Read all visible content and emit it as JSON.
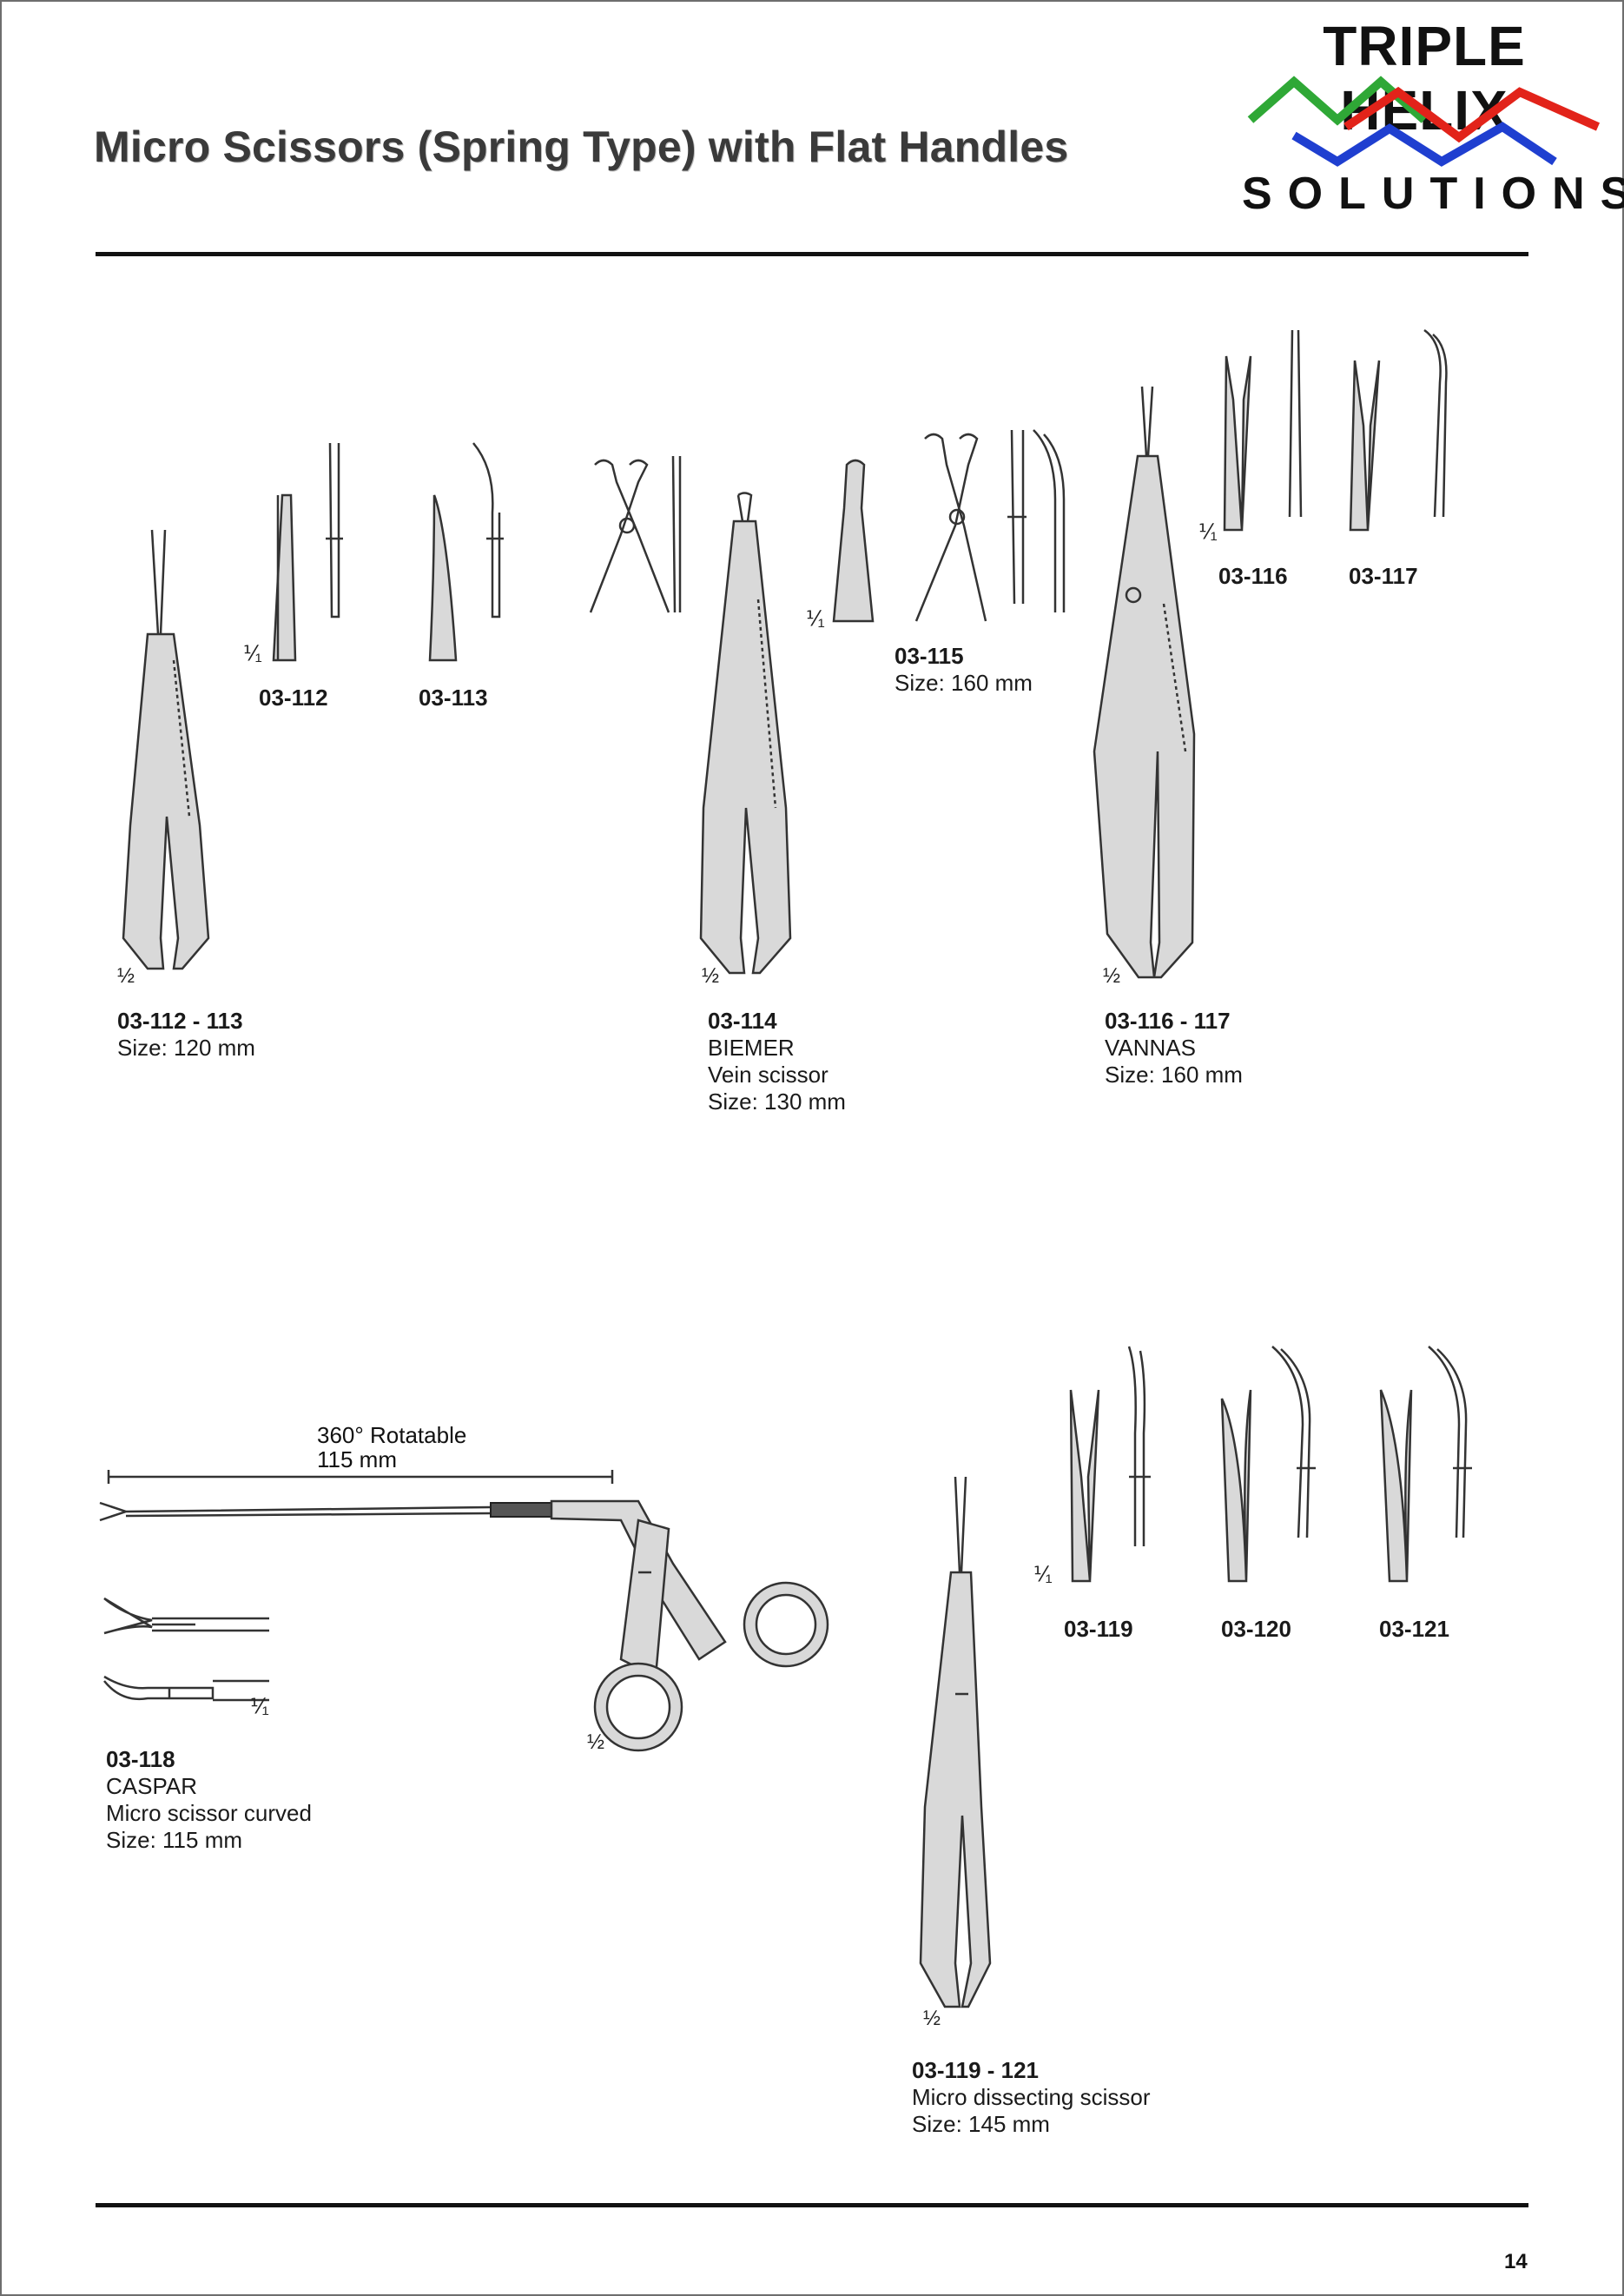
{
  "page": {
    "title": "Micro Scissors (Spring Type) with Flat Handles",
    "page_number": "14"
  },
  "logo": {
    "line1": "TRIPLE HELIX",
    "line2": "SOLUTIONS",
    "colors": {
      "green": "#2fa836",
      "red": "#e2231a",
      "blue": "#1f3fd0"
    }
  },
  "scales": {
    "half": "½",
    "full": "⅟₁"
  },
  "products": {
    "p112_113": {
      "code": "03-112 - 113",
      "size": "Size: 120 mm"
    },
    "p112": {
      "code": "03-112"
    },
    "p113": {
      "code": "03-113"
    },
    "p114": {
      "code": "03-114",
      "name": "BIEMER",
      "desc": "Vein scissor",
      "size": "Size: 130 mm"
    },
    "p115": {
      "code": "03-115",
      "size": "Size: 160 mm"
    },
    "p116_117": {
      "code": "03-116 - 117",
      "name": "VANNAS",
      "size": "Size: 160 mm"
    },
    "p116": {
      "code": "03-116"
    },
    "p117": {
      "code": "03-117"
    },
    "p118": {
      "code": "03-118",
      "name": "CASPAR",
      "desc": "Micro scissor curved",
      "size": "Size: 115 mm",
      "rotatable": "360° Rotatable",
      "length": "115 mm"
    },
    "p119_121": {
      "code": "03-119 - 121",
      "desc": "Micro dissecting scissor",
      "size": "Size: 145 mm"
    },
    "p119": {
      "code": "03-119"
    },
    "p120": {
      "code": "03-120"
    },
    "p121": {
      "code": "03-121"
    }
  }
}
